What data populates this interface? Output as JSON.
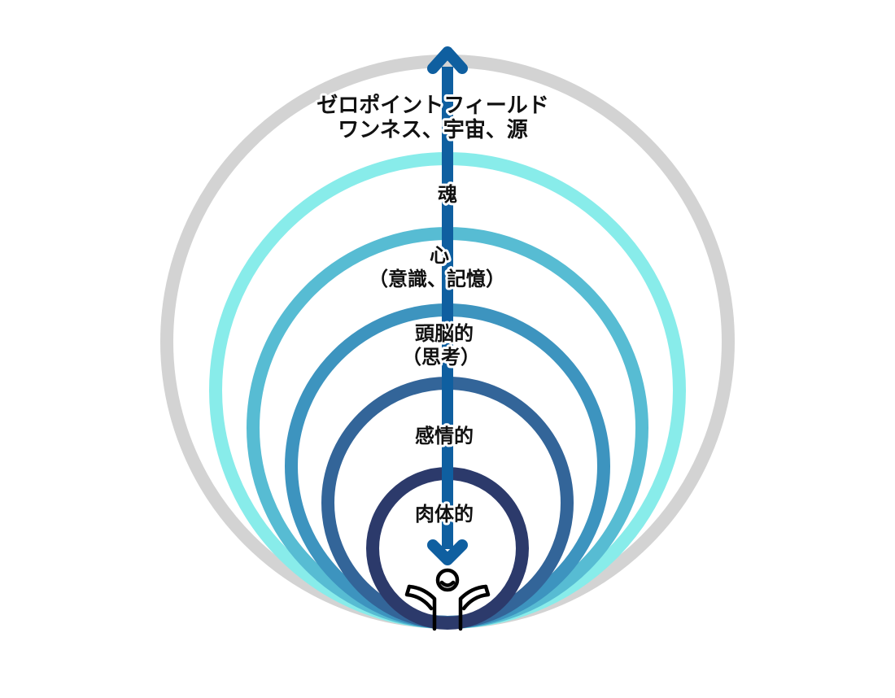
{
  "layers": [
    {
      "id": "zero",
      "lines": [
        "ゼロポイントフィールド",
        "ワンネス、宇宙、源"
      ],
      "color": "#d3d3d3"
    },
    {
      "id": "soul",
      "lines": [
        "魂"
      ],
      "color": "#88ecea"
    },
    {
      "id": "heart",
      "lines": [
        "心",
        "（意識、記憶）"
      ],
      "color": "#57bcd3"
    },
    {
      "id": "brain",
      "lines": [
        "頭脳的",
        "（思考）"
      ],
      "color": "#3d94bf"
    },
    {
      "id": "emotion",
      "lines": [
        "感情的"
      ],
      "color": "#336599"
    },
    {
      "id": "body",
      "lines": [
        "肉体的"
      ],
      "color": "#2c3a6b"
    }
  ],
  "colors": {
    "arrow": "#0f5fa0",
    "figure": "#000000",
    "background": "#ffffff"
  },
  "icons": {
    "figure": "person-arms-raised-icon",
    "arrow": "double-headed-vertical-arrow-icon"
  }
}
